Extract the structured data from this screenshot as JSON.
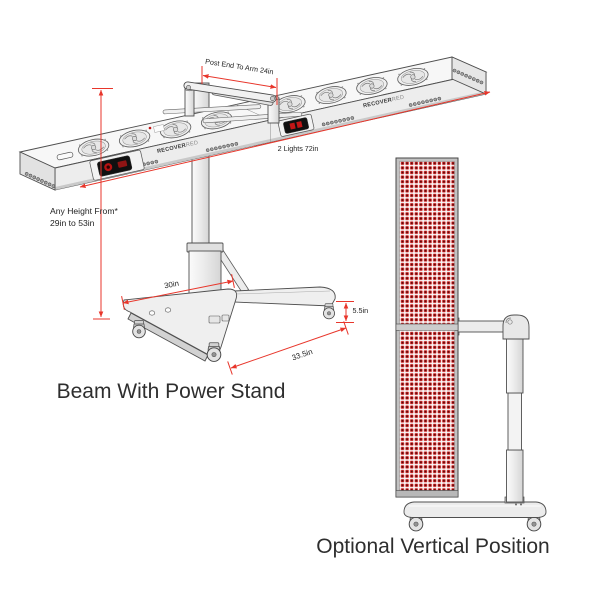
{
  "figure_left": {
    "caption": "Beam With Power Stand",
    "brand": {
      "bold": "RECOVER",
      "light": "RED"
    },
    "dimensions": {
      "post_to_arm": "Post End To Arm 24in",
      "beam_length": "2 Lights 72in",
      "height_note_line1": "Any Height From*",
      "height_note_line2": "29in to 53in",
      "base_leg": "30in",
      "base_height": "5.5in",
      "base_width": "33.5in"
    }
  },
  "figure_right": {
    "caption": "Optional Vertical Position"
  },
  "colors": {
    "dimension_line_red": "#e8362b",
    "led_red": "#cf1b1b",
    "led_core": "#530d0d",
    "line_art_stroke": "#4f4f4f",
    "text": "#2e2e2e"
  }
}
